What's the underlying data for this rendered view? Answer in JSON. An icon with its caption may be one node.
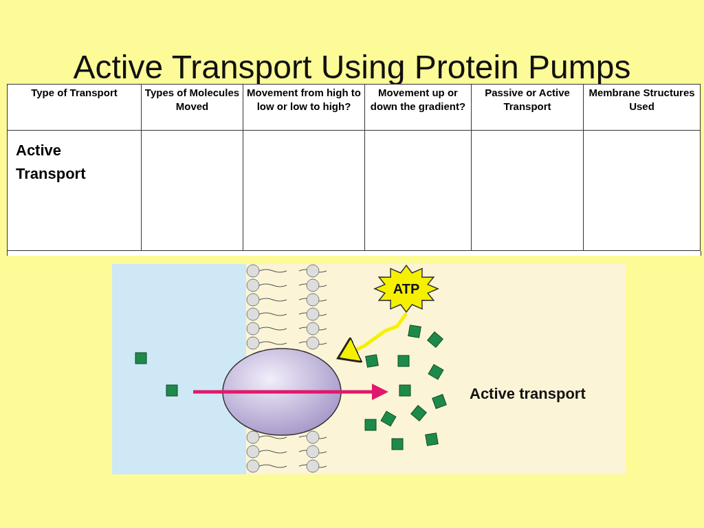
{
  "diagram": {
    "title": "Active Transport Using Protein Pumps",
    "nodes": [
      {
        "text": [
          "ATP"
        ]
      },
      {
        "text": [],
        "shape": "circle"
      }
    ],
    "edges": [
      {
        "from": 0,
        "to": 1,
        "arrow": "to"
      }
    ],
    "labels": [
      "Type of Transport",
      "Types of Molecules Moved",
      "Movement from high to low or low to high?",
      "Movement up or down the gradient?",
      "Passive or Active Transport",
      "Membrane Structures Used",
      "Active Transport",
      "Active transport"
    ]
  }
}
